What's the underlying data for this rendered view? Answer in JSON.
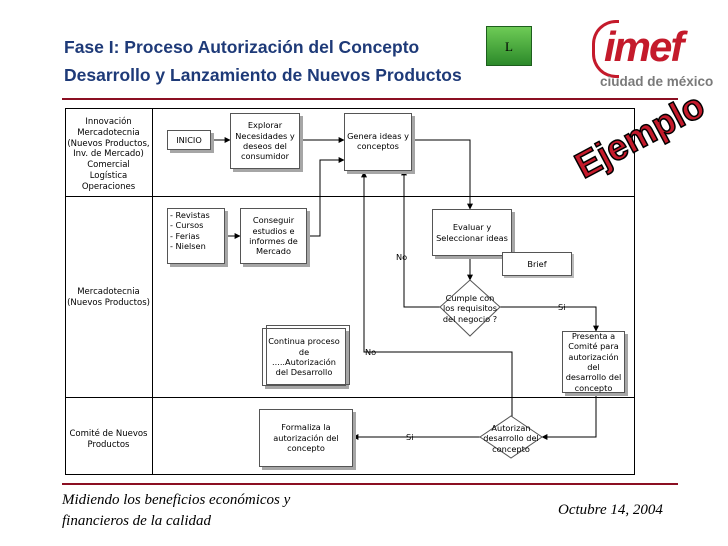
{
  "header": {
    "title_line1": "Fase I: Proceso Autorización del Concepto",
    "title_line2": "Desarrollo y Lanzamiento de Nuevos Productos",
    "badge": "L"
  },
  "logo": {
    "word": "imef",
    "subtitle": "ciudad de méxico"
  },
  "stamp": "Ejemplo",
  "lanes": {
    "lane1": "Innovación\nMercadotecnia\n(Nuevos Productos,\nInv. de Mercado)\nComercial\nLogística\nOperaciones",
    "lane2": "Mercadotecnia\n(Nuevos Productos)",
    "lane3": "Comité de Nuevos\nProductos"
  },
  "nodes": {
    "inicio": "INICIO",
    "explorar": "Explorar\nNecesidades y\ndeseos del\nconsumidor",
    "generar": "Genera ideas y\nconceptos",
    "fuentes": "- Revistas\n- Cursos\n- Ferias\n- Nielsen",
    "conseguir": "Conseguir\nestudios e\ninformes de\nMercado",
    "evaluar": "Evaluar y\nSeleccionar ideas",
    "brief": "Brief",
    "cumple": "Cumple con\nlos requisitos\ndel negocio ?",
    "presenta": "Presenta a\nComité para\nautorización del\ndesarrollo del\nconcepto",
    "continua": "Continua proceso\nde\n.....Autorización\ndel Desarrollo",
    "formaliza": "Formaliza la\nautorización del\nconcepto",
    "autorizan": "Autorizan\ndesarrollo del\nconcepto"
  },
  "labels": {
    "no1": "No",
    "si1": "Si",
    "no2": "No",
    "si2": "Si"
  },
  "footer": {
    "left": "Midiendo los beneficios económicos y\nfinancieros de la calidad",
    "right": "Octubre 14, 2004"
  }
}
